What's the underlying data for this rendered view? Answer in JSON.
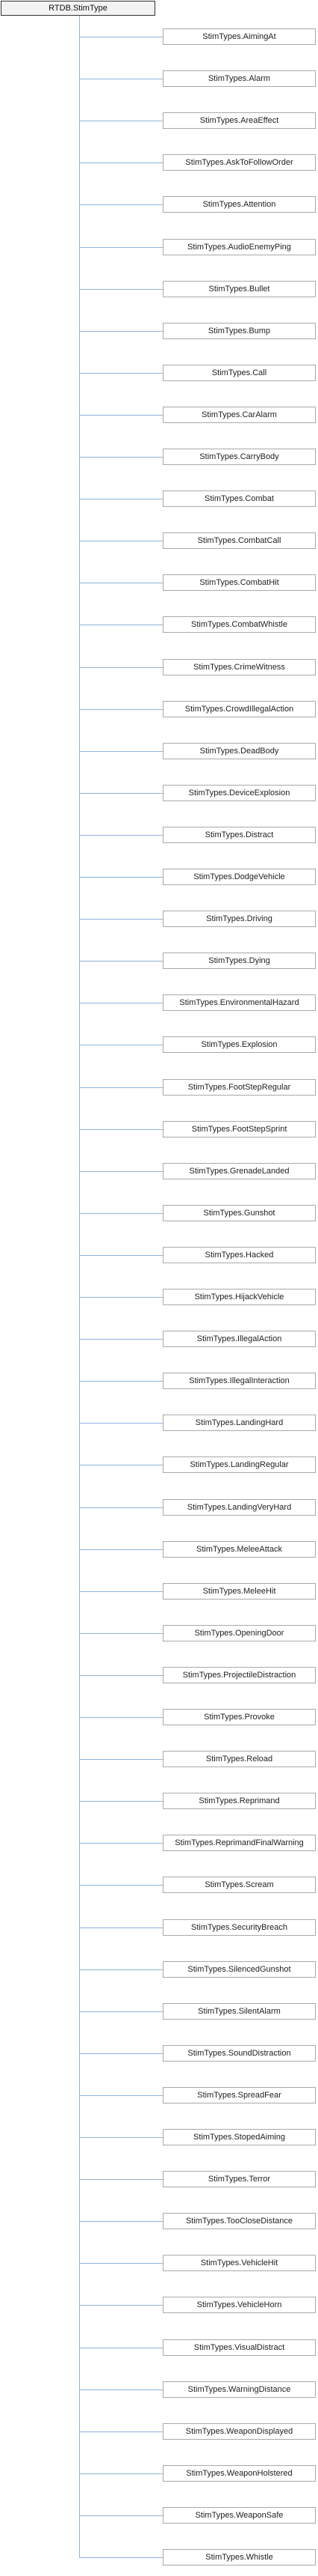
{
  "diagram": {
    "root_label": "RTDB.StimType",
    "children": [
      "StimTypes.AimingAt",
      "StimTypes.Alarm",
      "StimTypes.AreaEffect",
      "StimTypes.AskToFollowOrder",
      "StimTypes.Attention",
      "StimTypes.AudioEnemyPing",
      "StimTypes.Bullet",
      "StimTypes.Bump",
      "StimTypes.Call",
      "StimTypes.CarAlarm",
      "StimTypes.CarryBody",
      "StimTypes.Combat",
      "StimTypes.CombatCall",
      "StimTypes.CombatHit",
      "StimTypes.CombatWhistle",
      "StimTypes.CrimeWitness",
      "StimTypes.CrowdIllegalAction",
      "StimTypes.DeadBody",
      "StimTypes.DeviceExplosion",
      "StimTypes.Distract",
      "StimTypes.DodgeVehicle",
      "StimTypes.Driving",
      "StimTypes.Dying",
      "StimTypes.EnvironmentalHazard",
      "StimTypes.Explosion",
      "StimTypes.FootStepRegular",
      "StimTypes.FootStepSprint",
      "StimTypes.GrenadeLanded",
      "StimTypes.Gunshot",
      "StimTypes.Hacked",
      "StimTypes.HijackVehicle",
      "StimTypes.IllegalAction",
      "StimTypes.IllegalInteraction",
      "StimTypes.LandingHard",
      "StimTypes.LandingRegular",
      "StimTypes.LandingVeryHard",
      "StimTypes.MeleeAttack",
      "StimTypes.MeleeHit",
      "StimTypes.OpeningDoor",
      "StimTypes.ProjectileDistraction",
      "StimTypes.Provoke",
      "StimTypes.Reload",
      "StimTypes.Reprimand",
      "StimTypes.ReprimandFinalWarning",
      "StimTypes.Scream",
      "StimTypes.SecurityBreach",
      "StimTypes.SilencedGunshot",
      "StimTypes.SilentAlarm",
      "StimTypes.SoundDistraction",
      "StimTypes.SpreadFear",
      "StimTypes.StopedAiming",
      "StimTypes.Terror",
      "StimTypes.TooCloseDistance",
      "StimTypes.VehicleHit",
      "StimTypes.VehicleHorn",
      "StimTypes.VisualDistract",
      "StimTypes.WarningDistance",
      "StimTypes.WeaponDisplayed",
      "StimTypes.WeaponHolstered",
      "StimTypes.WeaponSafe",
      "StimTypes.Whistle"
    ]
  }
}
